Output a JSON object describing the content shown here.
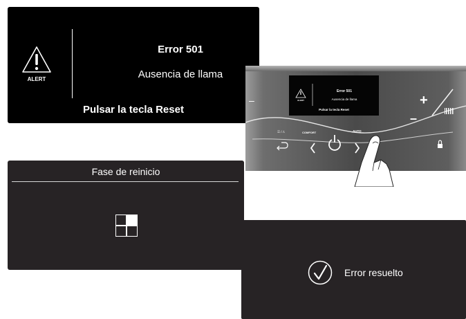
{
  "error_screen": {
    "alert_label": "ALERT",
    "title": "Error 501",
    "message": "Ausencia de llama",
    "instruction": "Pulsar la tecla Reset"
  },
  "device": {
    "display": {
      "alert_label": "ALERT",
      "title": "Error 501",
      "message": "Ausencia de llama",
      "instruction": "Pulsar la tecla Reset"
    },
    "labels": {
      "mode": "☰ / ⎍",
      "comfort": "COMFORT",
      "auto": "AUTO",
      "plus": "+",
      "minus": "–"
    }
  },
  "restart_screen": {
    "title": "Fase de reinicio"
  },
  "resolved_screen": {
    "message": "Error resuelto"
  }
}
